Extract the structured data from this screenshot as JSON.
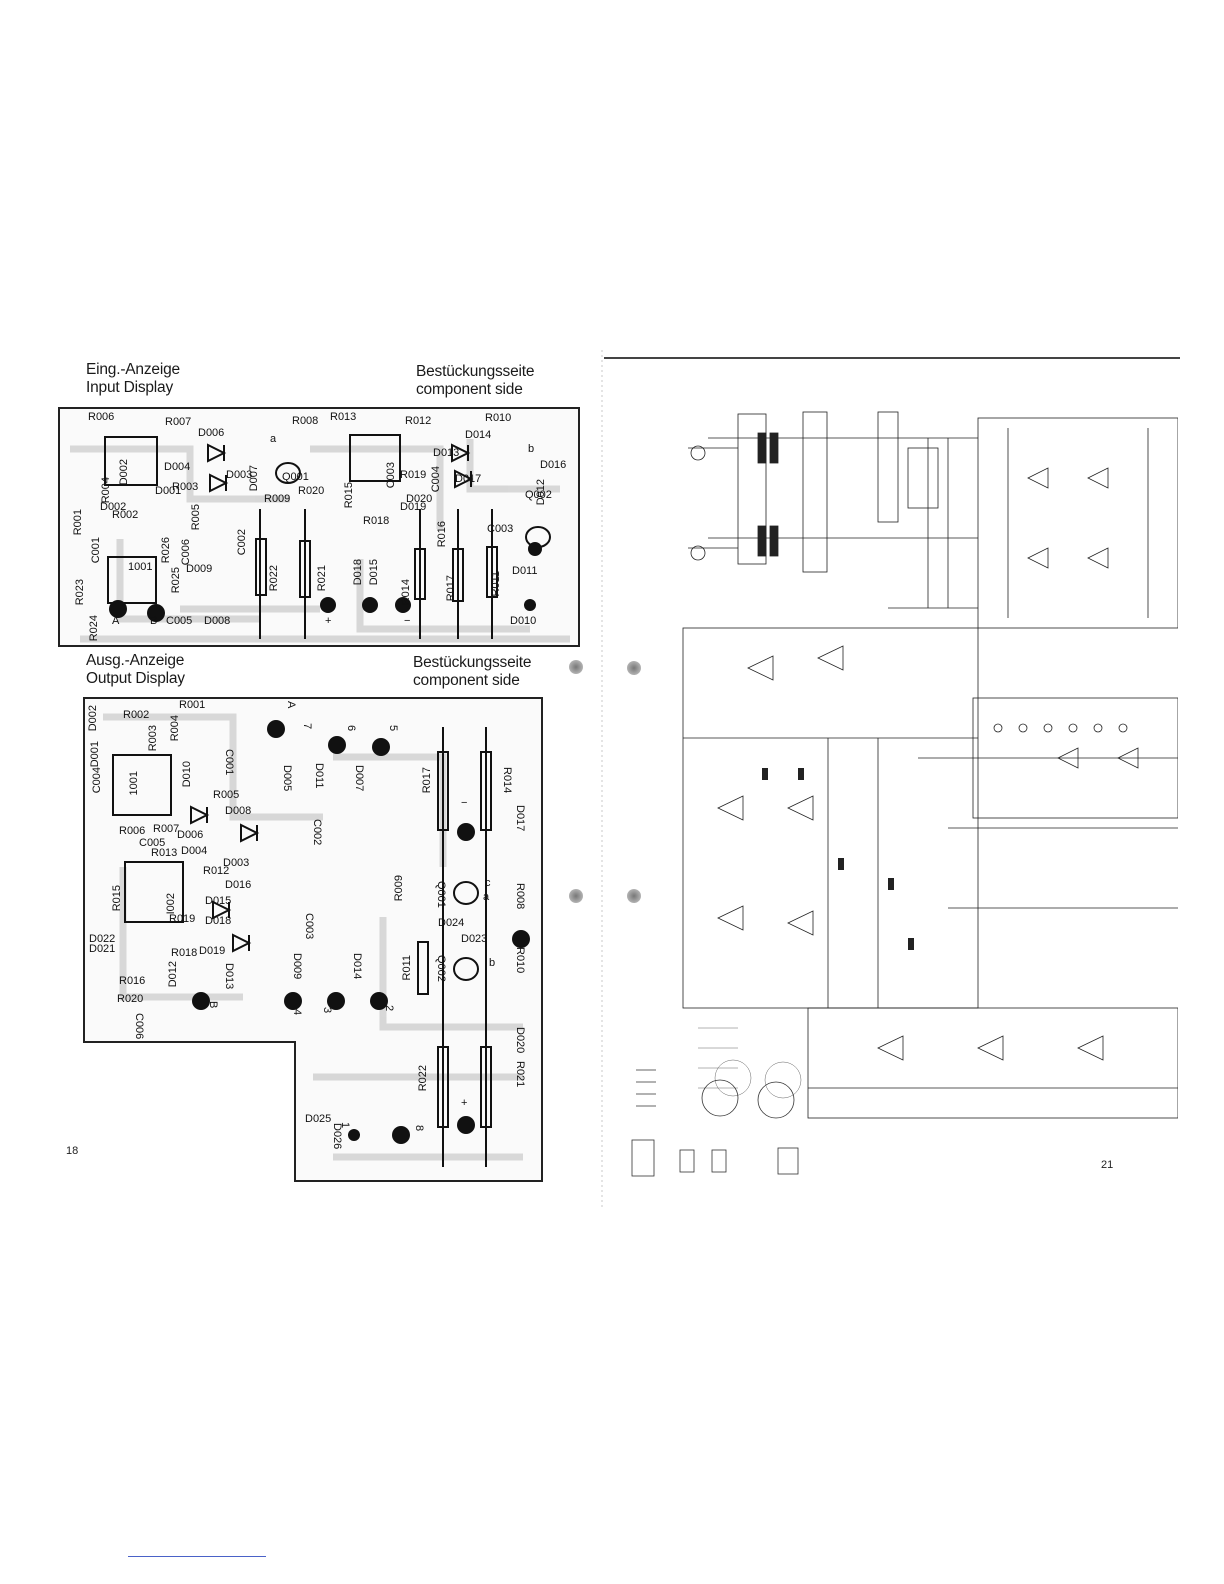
{
  "left_page": {
    "input_title_de": "Eing.-Anzeige",
    "input_title_en": "Input Display",
    "input_side_de": "Bestückungsseite",
    "input_side_en": "component side",
    "output_title_de": "Ausg.-Anzeige",
    "output_title_en": "Output Display",
    "output_side_de": "Bestückungsseite",
    "output_side_en": "component side",
    "page_number": "18",
    "input_board_labels": [
      "R006",
      "R007",
      "D006",
      "R008",
      "R013",
      "R012",
      "R010",
      "D014",
      "D002",
      "R004",
      "D007",
      "D004",
      "D003",
      "Q001",
      "R005",
      "R015",
      "C003",
      "C004",
      "D013",
      "D016",
      "D012",
      "R003",
      "D001",
      "R019",
      "R001",
      "D002",
      "R002",
      "R009",
      "R020",
      "D020",
      "D017",
      "D019",
      "Q002",
      "C001",
      "C002",
      "R016",
      "R018",
      "C003",
      "R023",
      "R024",
      "1001",
      "R025",
      "R026",
      "C006",
      "D009",
      "R022",
      "R021",
      "D018",
      "D015",
      "R014",
      "R017",
      "R011",
      "D011",
      "A",
      "B",
      "C005",
      "D008",
      "D010",
      "+",
      "−",
      "a",
      "b"
    ],
    "output_board_labels": [
      "R002",
      "R001",
      "D002",
      "D001",
      "C004",
      "R004",
      "R003",
      "C001",
      "D005",
      "D011",
      "D007",
      "1001",
      "D010",
      "R005",
      "D008",
      "R007",
      "R006",
      "D006",
      "C002",
      "C005",
      "R013",
      "D004",
      "D003",
      "R012",
      "R015",
      "D016",
      "I002",
      "D015",
      "R019",
      "D018",
      "C003",
      "D022",
      "D021",
      "D019",
      "D013",
      "D009",
      "D014",
      "R009",
      "R018",
      "D012",
      "R016",
      "R020",
      "C006",
      "B",
      "4",
      "3",
      "2",
      "R011",
      "Q002",
      "R017",
      "R014",
      "D017",
      "R008",
      "Q001",
      "D024",
      "D023",
      "R010",
      "D020",
      "R022",
      "R021",
      "D025",
      "D026",
      "1",
      "8",
      "A",
      "7",
      "6",
      "5",
      "+",
      "−",
      "a",
      "b",
      "c"
    ]
  },
  "right_page": {
    "page_number": "21"
  }
}
